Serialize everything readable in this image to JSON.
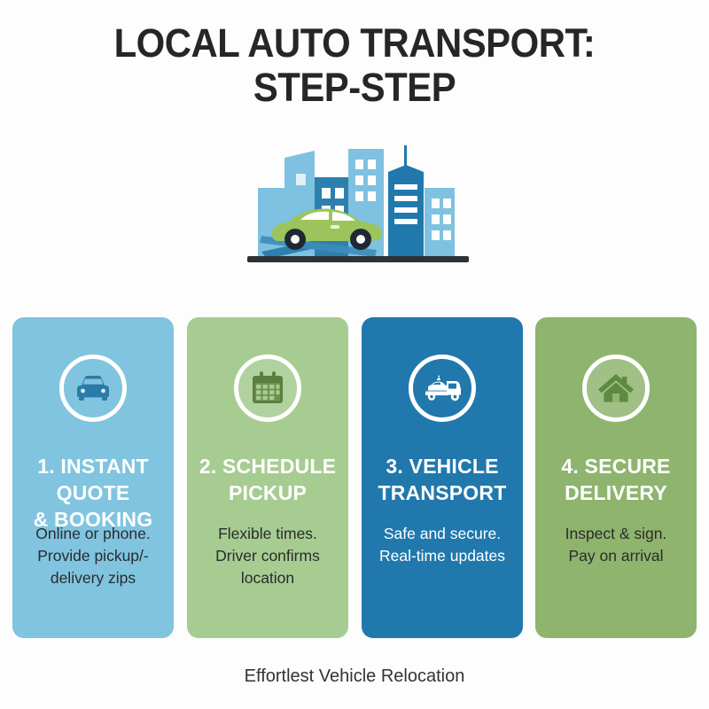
{
  "title": {
    "line1": "LOCAL AUTO TRANSPORT:",
    "line2": "STEP-STEP"
  },
  "hero": {
    "name": "city-skyline-car-on-ramp-illustration",
    "colors": {
      "building_light": "#7fc1e0",
      "building_mid": "#4a9bc9",
      "building_dark": "#2178ac",
      "car_body": "#9dc45c",
      "ramp": "#2d7fae",
      "ground_bar": "#2b3238",
      "window": "#ffffff"
    }
  },
  "steps": [
    {
      "number": "1",
      "icon": "car-front-icon",
      "title": "1. INSTANT QUOTE\n& BOOKING",
      "body": "Online or phone.\nProvide pickup/-\ndelivery zips",
      "card_color": "#80c4e0",
      "icon_color": "#2b7ba8",
      "title_color": "#ffffff",
      "body_color": "#2b2b2b"
    },
    {
      "number": "2",
      "icon": "calendar-icon",
      "title": "2. SCHEDULE\nPICKUP",
      "body": "Flexible times.\nDriver confirms\nlocation",
      "card_color": "#a7cc92",
      "icon_color": "#5b7f3e",
      "title_color": "#ffffff",
      "body_color": "#2b2b2b"
    },
    {
      "number": "3",
      "icon": "tow-truck-icon",
      "title": "3. VEHICLE\nTRANSPORT",
      "body": "Safe and secure.\nReal-time updates",
      "card_color": "#2178ac",
      "icon_color": "#ffffff",
      "title_color": "#ffffff",
      "body_color": "#ffffff"
    },
    {
      "number": "4",
      "icon": "house-icon",
      "title": "4. SECURE\nDELIVERY",
      "body": "Inspect & sign.\nPay on arrival",
      "card_color": "#8eb46e",
      "icon_color": "#5f8a43",
      "title_color": "#ffffff",
      "body_color": "#2b2b2b"
    }
  ],
  "footer": {
    "tagline": "Effortlest Vehicle Relocation"
  }
}
